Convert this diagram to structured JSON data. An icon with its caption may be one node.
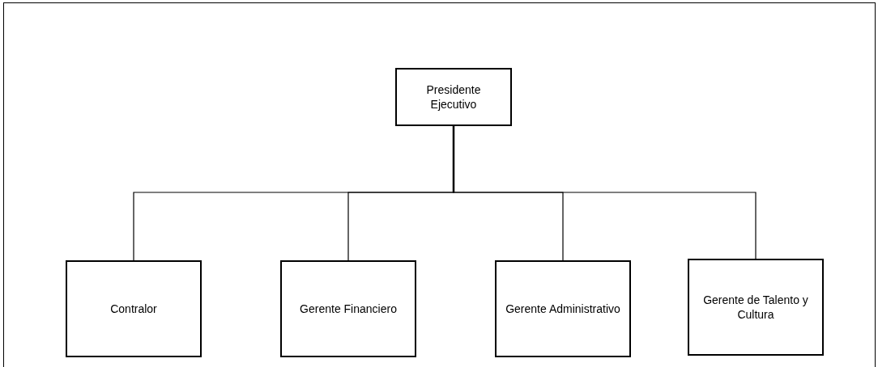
{
  "diagram": {
    "nodes": [
      {
        "text": [
          "Presidente Ejecutivo"
        ]
      },
      {
        "text": [
          "Contralor"
        ]
      },
      {
        "text": [
          "Gerente Financiero"
        ]
      },
      {
        "text": [
          "Gerente Administrativo"
        ]
      },
      {
        "text": [
          "Gerente de Talento y Cultura"
        ]
      }
    ],
    "edges": [
      {
        "from": 0,
        "to": 1,
        "arrow": "none"
      },
      {
        "from": 0,
        "to": 2,
        "arrow": "none"
      },
      {
        "from": 0,
        "to": 3,
        "arrow": "none"
      },
      {
        "from": 0,
        "to": 4,
        "arrow": "none"
      }
    ]
  }
}
